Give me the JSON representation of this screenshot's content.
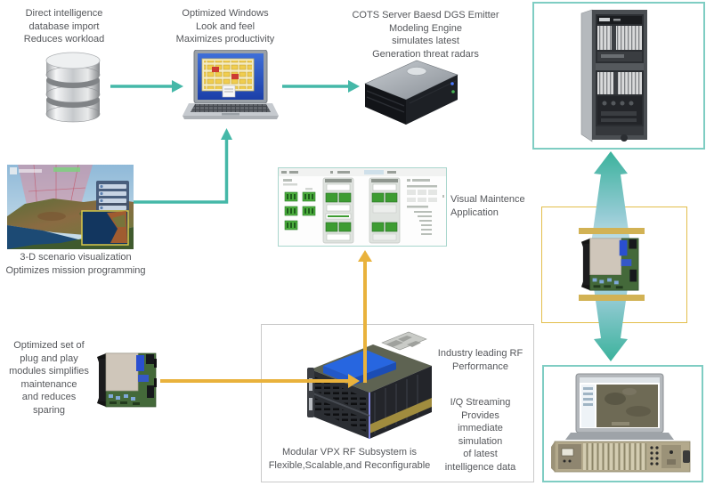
{
  "captions": {
    "database": "Direct intelligence\ndatabase import\nReduces workload",
    "laptop": "Optimized Windows\nLook and feel\nMaximizes productivity",
    "server": "COTS Server Baesd DGS Emitter\nModeling Engine\nsimulates latest\nGeneration threat radars",
    "scenario": "3-D scenario visualization\nOptimizes mission programming",
    "vma": "Visual Maintence\nApplication",
    "modules": "Optimized set of\nplug and play\nmodules simplifies\nmaintenance\nand reduces\nsparing",
    "rf": "Industry leading RF\nPerformance",
    "iq": "I/Q Streaming\nProvides\nimmediate\nsimulation\nof latest\nintelligence data",
    "vpx": "Modular VPX RF Subsystem is\nFlexible,Scalable,and Reconfigurable"
  },
  "icons": {
    "database": "database-cylinder-icon",
    "laptop": "laptop-icon",
    "server": "rack-server-icon",
    "rack": "equipment-rack-photo",
    "scenario": "terrain-3d-screenshot",
    "vma": "maintenance-app-screenshot",
    "module": "vpx-module-photo",
    "vpx_chassis": "vpx-chassis-render",
    "deployed": "deployed-system-photo"
  },
  "colors": {
    "teal_arrow": "#45B8A8",
    "teal_box_border": "#7FCDC3",
    "yellow_arrow": "#E9B23C",
    "yellow_box_border": "#E3BE4B",
    "gray_box_border": "#C9C9C9",
    "caption_text": "#55575B"
  }
}
